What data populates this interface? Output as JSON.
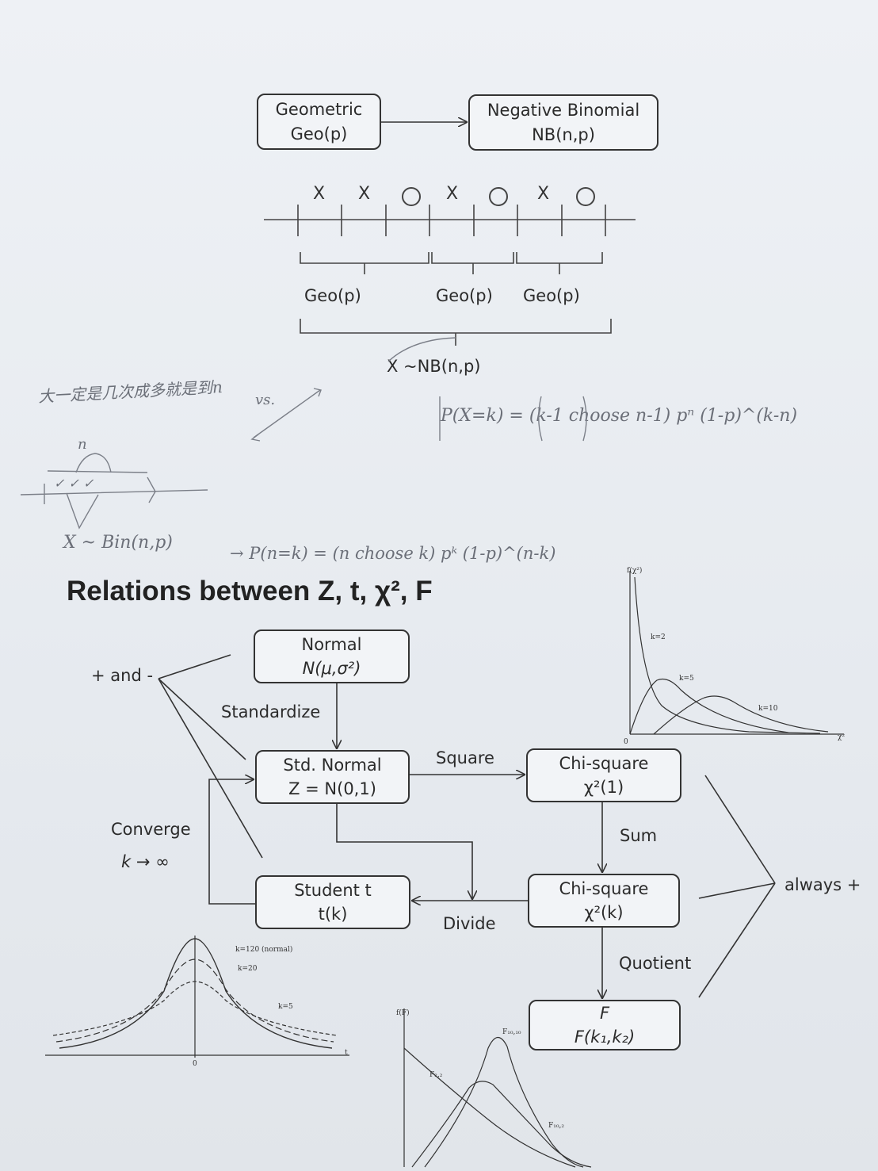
{
  "top": {
    "geometric": {
      "line1": "Geometric",
      "line2": "Geo(p)"
    },
    "negbin": {
      "line1": "Negative Binomial",
      "line2": "NB(n,p)"
    },
    "trials": [
      "X",
      "X",
      "O",
      "X",
      "O",
      "X",
      "O"
    ],
    "geo_labels": [
      "Geo(p)",
      "Geo(p)",
      "Geo(p)"
    ],
    "nb_label": "X ~NB(n,p)"
  },
  "handwriting": {
    "note1": "大一定是几次成多就是到n",
    "vs": "vs.",
    "pmf_nb": "P(X=k) = (k-1 choose n-1) pⁿ (1-p)^(k-n)",
    "n_label": "n",
    "checks": "✓ ✓ ✓",
    "bin": "X ~ Bin(n,p)",
    "pmf_bin": "→ P(n=k) = (n choose k) pᵏ (1-p)^(n-k)"
  },
  "title": "Relations between Z, t, χ², F",
  "nodes": {
    "normal": {
      "line1": "Normal",
      "line2": "N(μ,σ²)"
    },
    "std_normal": {
      "line1": "Std. Normal",
      "line2": "Z = N(0,1)"
    },
    "chi1": {
      "line1": "Chi-square",
      "line2": "χ²(1)"
    },
    "chik": {
      "line1": "Chi-square",
      "line2": "χ²(k)"
    },
    "student": {
      "line1": "Student t",
      "line2": "t(k)"
    },
    "f": {
      "line1": "F",
      "line2": "F(k₁,k₂)"
    }
  },
  "edges": {
    "standardize": "Standardize",
    "square": "Square",
    "sum": "Sum",
    "divide": "Divide",
    "quotient": "Quotient",
    "converge1": "Converge",
    "converge2": "k → ∞",
    "plus_minus": "+ and -",
    "always_plus": "always +"
  },
  "plots": {
    "chi": {
      "ylabel": "f(χ²)",
      "xlabel": "χ²",
      "origin": "0",
      "k2": "k=2",
      "k5": "k=5",
      "k10": "k=10"
    },
    "t": {
      "k120": "k=120 (normal)",
      "k20": "k=20",
      "k5": "k=5",
      "origin": "0",
      "xlabel": "t"
    },
    "f": {
      "ylabel": "f(F)",
      "a": "F₂,₂",
      "b": "F₁₀,₁₀",
      "c": "F₁₀,₂"
    }
  }
}
